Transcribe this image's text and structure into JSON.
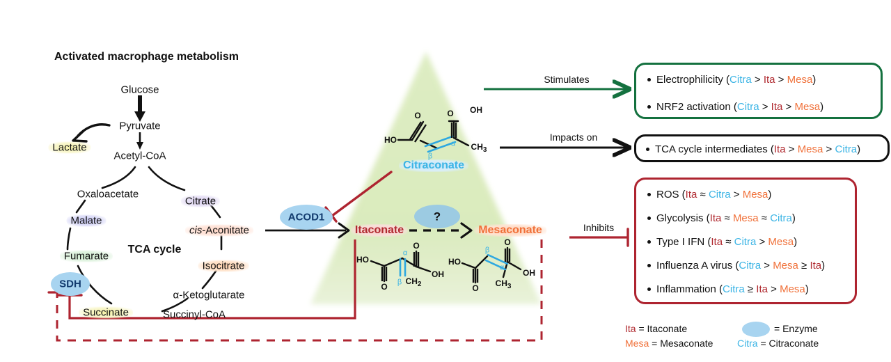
{
  "title": "Activated macrophage metabolism",
  "glycolysis": {
    "glucose": "Glucose",
    "pyruvate": "Pyruvate",
    "lactate": "Lactate",
    "acetyl_coa": "Acetyl-CoA"
  },
  "tca": {
    "center_label": "TCA cycle",
    "oxaloacetate": "Oxaloacetate",
    "citrate": "Citrate",
    "cis_aconitate_italic": "cis",
    "cis_aconitate_rest": "-Aconitate",
    "isocitrate": "Isocitrate",
    "alpha_ketoglutarate": "α-Ketoglutarate",
    "succinyl_coa": "Succinyl-CoA",
    "succinate": "Succinate",
    "fumarate": "Fumarate",
    "malate": "Malate",
    "sdh": "SDH"
  },
  "center": {
    "acod1": "ACOD1",
    "question": "?",
    "itaconate": "Itaconate",
    "mesaconate": "Mesaconate",
    "citraconate": "Citraconate"
  },
  "structures": {
    "citraconate": {
      "ho": "HO",
      "o_left": "O",
      "o_top": "O",
      "oh": "OH",
      "ch3": "CH",
      "ch3_sub": "3",
      "alpha": "α",
      "beta": "β"
    },
    "itaconate": {
      "ho": "HO",
      "o_left": "O",
      "o_top": "O",
      "oh": "OH",
      "ch2": "CH",
      "ch2_sub": "2",
      "alpha": "α",
      "beta": "β"
    },
    "mesaconate": {
      "ho": "HO",
      "o_left": "O",
      "o_top": "O",
      "oh": "OH",
      "ch3": "CH",
      "ch3_sub": "3",
      "alpha": "α",
      "beta": "β"
    }
  },
  "arrows": {
    "stimulates": "Stimulates",
    "impacts_on": "Impacts on",
    "inhibits": "Inhibits"
  },
  "boxes": {
    "stimulates_items": [
      {
        "text": "Electrophilicity (",
        "parts": [
          {
            "t": "Citra",
            "c": "citra"
          },
          {
            "t": " > ",
            "c": ""
          },
          {
            "t": "Ita",
            "c": "ita"
          },
          {
            "t": " > ",
            "c": ""
          },
          {
            "t": "Mesa",
            "c": "mesa"
          }
        ],
        "close": ")"
      },
      {
        "text": "NRF2 activation (",
        "parts": [
          {
            "t": "Citra",
            "c": "citra"
          },
          {
            "t": " > ",
            "c": ""
          },
          {
            "t": "Ita",
            "c": "ita"
          },
          {
            "t": " > ",
            "c": ""
          },
          {
            "t": "Mesa",
            "c": "mesa"
          }
        ],
        "close": ")"
      }
    ],
    "impacts_items": [
      {
        "text": "TCA cycle intermediates (",
        "parts": [
          {
            "t": "Ita",
            "c": "ita"
          },
          {
            "t": " > ",
            "c": ""
          },
          {
            "t": "Mesa",
            "c": "mesa"
          },
          {
            "t": " > ",
            "c": ""
          },
          {
            "t": "Citra",
            "c": "citra"
          }
        ],
        "close": ")"
      }
    ],
    "inhibits_items": [
      {
        "text": "ROS (",
        "parts": [
          {
            "t": "Ita",
            "c": "ita"
          },
          {
            "t": " ≈ ",
            "c": ""
          },
          {
            "t": "Citra",
            "c": "citra"
          },
          {
            "t": " > ",
            "c": ""
          },
          {
            "t": "Mesa",
            "c": "mesa"
          }
        ],
        "close": ")"
      },
      {
        "text": "Glycolysis (",
        "parts": [
          {
            "t": "Ita",
            "c": "ita"
          },
          {
            "t": " ≈ ",
            "c": ""
          },
          {
            "t": "Mesa",
            "c": "mesa"
          },
          {
            "t": " ≈ ",
            "c": ""
          },
          {
            "t": "Citra",
            "c": "citra"
          }
        ],
        "close": ")"
      },
      {
        "text": "Type I IFN (",
        "parts": [
          {
            "t": "Ita",
            "c": "ita"
          },
          {
            "t": " ≈ ",
            "c": ""
          },
          {
            "t": "Citra",
            "c": "citra"
          },
          {
            "t": " > ",
            "c": ""
          },
          {
            "t": "Mesa",
            "c": "mesa"
          }
        ],
        "close": ")"
      },
      {
        "text": "Influenza A virus (",
        "parts": [
          {
            "t": "Citra",
            "c": "citra"
          },
          {
            "t": " > ",
            "c": ""
          },
          {
            "t": "Mesa",
            "c": "mesa"
          },
          {
            "t": " ≥ ",
            "c": ""
          },
          {
            "t": "Ita",
            "c": "ita"
          }
        ],
        "close": ")"
      },
      {
        "text": "Inflammation (",
        "parts": [
          {
            "t": "Citra",
            "c": "citra"
          },
          {
            "t": " ≥ ",
            "c": ""
          },
          {
            "t": "Ita",
            "c": "ita"
          },
          {
            "t": " > ",
            "c": ""
          },
          {
            "t": "Mesa",
            "c": "mesa"
          }
        ],
        "close": ")"
      }
    ]
  },
  "legend": {
    "ita_key": "Ita",
    "ita_def": "= Itaconate",
    "mesa_key": "Mesa",
    "mesa_def": "= Mesaconate",
    "enzyme_def": "= Enzyme",
    "citra_key": "Citra",
    "citra_def": "= Citraconate"
  },
  "colors": {
    "ita": "#b02a30",
    "mesa": "#f0713a",
    "citra": "#3bb4e5",
    "enzyme_fill": "#a8d4f0",
    "enzyme_text": "#123a6e",
    "triangle": "#d6e8b4",
    "green_arrow": "#14713f",
    "red_inhibit": "#ae2430",
    "black": "#111111"
  }
}
